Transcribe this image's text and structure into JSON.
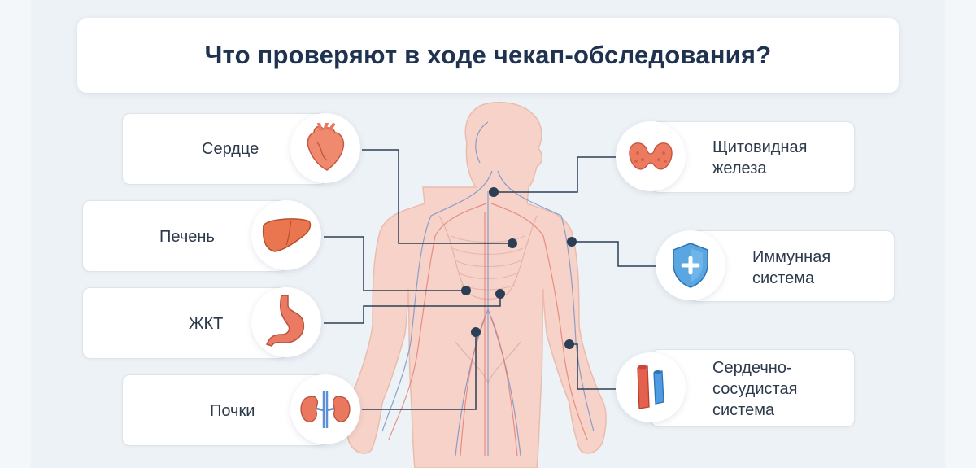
{
  "title": "Что проверяют в ходе чекап-обследования?",
  "organs": {
    "heart": {
      "label": "Сердце",
      "icon": "heart-icon"
    },
    "liver": {
      "label": "Печень",
      "icon": "liver-icon"
    },
    "gi": {
      "label": "ЖКТ",
      "icon": "stomach-icon"
    },
    "kidneys": {
      "label": "Почки",
      "icon": "kidneys-icon"
    },
    "thyroid": {
      "label_line1": "Щитовидная",
      "label_line2": "железа",
      "icon": "thyroid-icon"
    },
    "immune": {
      "label_line1": "Иммунная",
      "label_line2": "система",
      "icon": "shield-icon"
    },
    "cardio": {
      "label_line1": "Сердечно-",
      "label_line2": "сосудистая",
      "label_line3": "система",
      "icon": "blood-vessels-icon"
    }
  },
  "colors": {
    "title": "#1f3350",
    "line": "#2c3e55",
    "body_skin": "#f6d2c8",
    "vein_blue": "#7a93c8",
    "artery_red": "#e57b6f"
  }
}
